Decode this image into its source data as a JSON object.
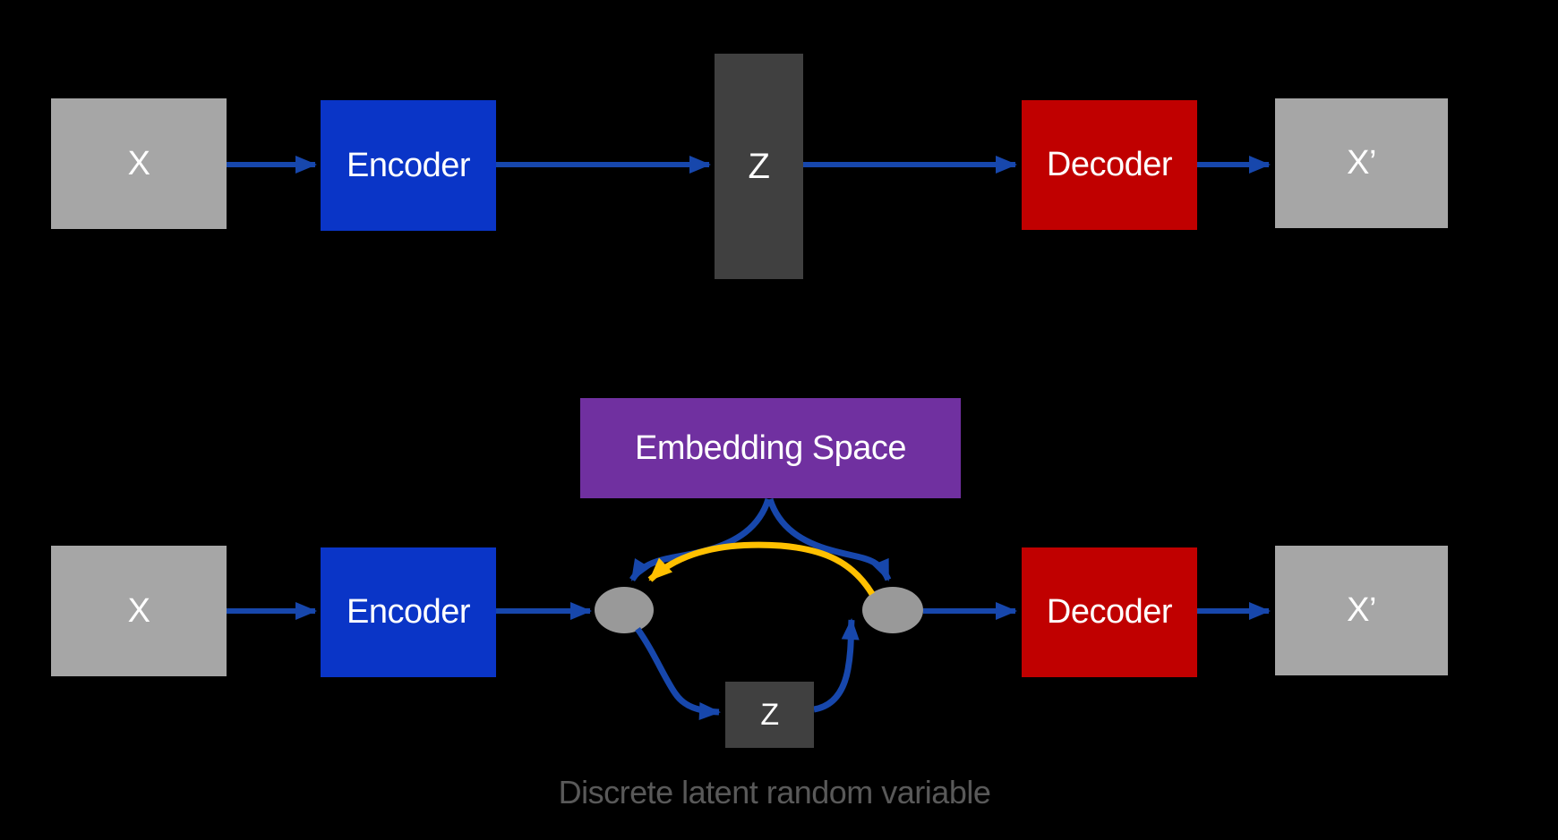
{
  "diagram": {
    "title_semantic": "autoencoder vs vq-vae flow diagram",
    "top_row": {
      "input_label": "X",
      "encoder_label": "Encoder",
      "latent_label": "Z",
      "decoder_label": "Decoder",
      "output_label": "X’"
    },
    "bottom_row": {
      "input_label": "X",
      "encoder_label": "Encoder",
      "embedding_label": "Embedding Space",
      "latent_label": "Z",
      "decoder_label": "Decoder",
      "output_label": "X’",
      "caption": "Discrete latent random variable"
    },
    "colors": {
      "background": "#000000",
      "box_gray": "#A6A6A6",
      "latent_dark": "#404040",
      "encoder_blue": "#0A35C7",
      "decoder_red": "#C00000",
      "embedding_purple": "#7030A0",
      "arrow_blue": "#1747AC",
      "arrow_gold": "#FFC000",
      "ellipse_gray": "#999999",
      "caption_gray": "#595959",
      "label_white": "#FFFFFF"
    }
  }
}
